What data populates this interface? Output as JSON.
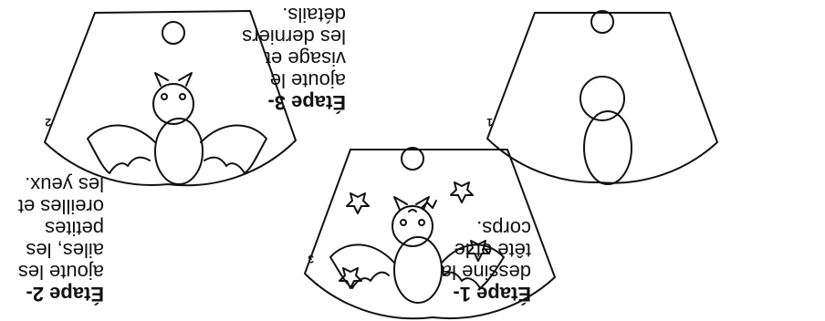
{
  "steps": [
    {
      "number": "1",
      "title": "Étape 1-",
      "lines": [
        "dessine la",
        "tête et le",
        "corps."
      ]
    },
    {
      "number": "2",
      "title": "Étape 2-",
      "lines": [
        "ajoute les",
        "ailes, les",
        "petites",
        "oreilles et",
        "les yeux."
      ]
    },
    {
      "number": "3",
      "title": "Étape 3-",
      "lines": [
        "ajoute le",
        "visage et",
        "les derniers",
        "détails."
      ]
    }
  ]
}
